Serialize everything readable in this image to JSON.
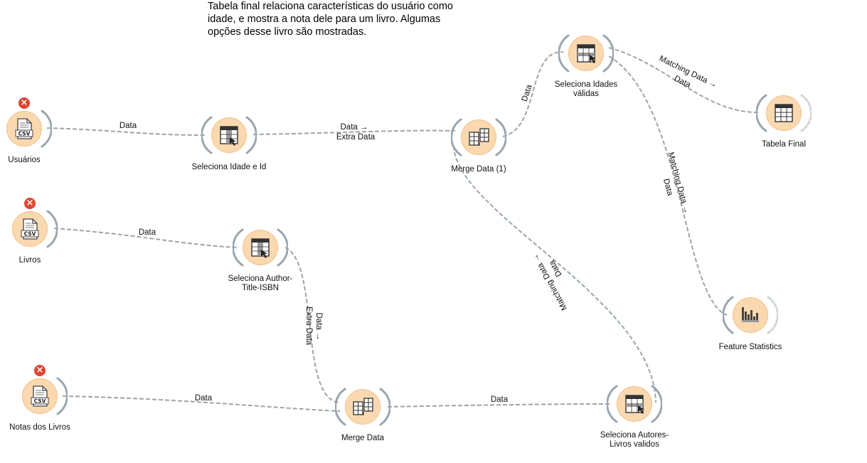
{
  "annotation": "Tabela final relaciona características do usuário como idade, e mostra a nota dele para um livro. Algumas opções desse livro são mostradas.",
  "nodes": {
    "usuarios": {
      "label": "Usuários",
      "icon": "csv-file-icon",
      "error": "×"
    },
    "livros": {
      "label": "Livros",
      "icon": "csv-file-icon",
      "error": "×"
    },
    "notas": {
      "label": "Notas dos Livros",
      "icon": "csv-file-icon",
      "error": "×"
    },
    "sel_idade_id": {
      "label": "Seleciona Idade e Id",
      "icon": "select-columns-icon"
    },
    "sel_author": {
      "label": "Seleciona Author-\nTitle-ISBN",
      "icon": "select-columns-icon"
    },
    "merge1": {
      "label": "Merge Data (1)",
      "icon": "merge-data-icon"
    },
    "merge": {
      "label": "Merge Data",
      "icon": "merge-data-icon"
    },
    "sel_idades_validas": {
      "label": "Seleciona Idades\nválidas",
      "icon": "select-rows-icon"
    },
    "sel_autores_livros": {
      "label": "Seleciona Autores-\nLivros validos",
      "icon": "select-rows-icon"
    },
    "tabela_final": {
      "label": "Tabela Final",
      "icon": "data-table-icon"
    },
    "feature_stats": {
      "label": "Feature Statistics",
      "icon": "feature-statistics-icon"
    }
  },
  "links": {
    "usuarios_sel": "Data",
    "sel_merge1_a": "Data →",
    "sel_merge1_b": "Extra Data",
    "merge1_selidades": "Data",
    "selidades_tabela_a": "Matching Data →",
    "selidades_tabela_b": "Data",
    "selidades_feature_a": "Matching Data →",
    "selidades_feature_b": "Data",
    "merge1_selautores_a": "Matching Data →",
    "merge1_selautores_b": "Data",
    "livros_selauthor": "Data",
    "selauthor_merge_a": "Data →",
    "selauthor_merge_b": "Extra Data",
    "notas_merge": "Data",
    "merge_selautores": "Data"
  },
  "colors": {
    "node_fill": "#fbd9b0",
    "link": "#9aa5ad",
    "arc": "#9aa5ad",
    "error": "#e0442f"
  }
}
